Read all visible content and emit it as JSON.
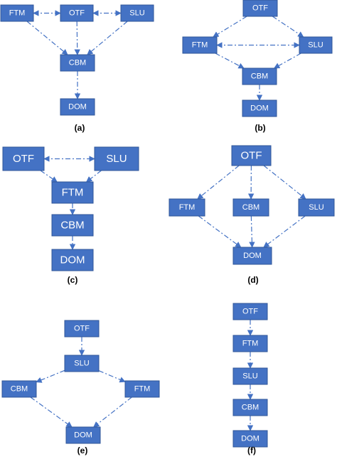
{
  "diagrams": [
    {
      "id": "a",
      "caption": "(a)",
      "nodes": [
        {
          "id": "FTM",
          "label": "FTM"
        },
        {
          "id": "OTF",
          "label": "OTF"
        },
        {
          "id": "SLU",
          "label": "SLU"
        },
        {
          "id": "CBM",
          "label": "CBM"
        },
        {
          "id": "DOM",
          "label": "DOM"
        }
      ],
      "edges": [
        {
          "from": "FTM",
          "to": "OTF",
          "both": true
        },
        {
          "from": "OTF",
          "to": "SLU",
          "both": true
        },
        {
          "from": "FTM",
          "to": "CBM"
        },
        {
          "from": "OTF",
          "to": "CBM"
        },
        {
          "from": "SLU",
          "to": "CBM"
        },
        {
          "from": "CBM",
          "to": "DOM"
        }
      ]
    },
    {
      "id": "b",
      "caption": "(b)",
      "nodes": [
        {
          "id": "OTF",
          "label": "OTF"
        },
        {
          "id": "FTM",
          "label": "FTM"
        },
        {
          "id": "SLU",
          "label": "SLU"
        },
        {
          "id": "CBM",
          "label": "CBM"
        },
        {
          "id": "DOM",
          "label": "DOM"
        }
      ],
      "edges": [
        {
          "from": "OTF",
          "to": "FTM"
        },
        {
          "from": "OTF",
          "to": "SLU"
        },
        {
          "from": "FTM",
          "to": "SLU",
          "both": true
        },
        {
          "from": "FTM",
          "to": "CBM"
        },
        {
          "from": "SLU",
          "to": "CBM"
        },
        {
          "from": "CBM",
          "to": "DOM"
        }
      ]
    },
    {
      "id": "c",
      "caption": "(c)",
      "nodes": [
        {
          "id": "OTF",
          "label": "OTF"
        },
        {
          "id": "SLU",
          "label": "SLU"
        },
        {
          "id": "FTM",
          "label": "FTM"
        },
        {
          "id": "CBM",
          "label": "CBM"
        },
        {
          "id": "DOM",
          "label": "DOM"
        }
      ],
      "edges": [
        {
          "from": "OTF",
          "to": "SLU",
          "both": true
        },
        {
          "from": "OTF",
          "to": "FTM"
        },
        {
          "from": "SLU",
          "to": "FTM"
        },
        {
          "from": "FTM",
          "to": "CBM"
        },
        {
          "from": "CBM",
          "to": "DOM"
        }
      ]
    },
    {
      "id": "d",
      "caption": "(d)",
      "nodes": [
        {
          "id": "OTF",
          "label": "OTF"
        },
        {
          "id": "FTM",
          "label": "FTM"
        },
        {
          "id": "CBM",
          "label": "CBM"
        },
        {
          "id": "SLU",
          "label": "SLU"
        },
        {
          "id": "DOM",
          "label": "DOM"
        }
      ],
      "edges": [
        {
          "from": "OTF",
          "to": "FTM"
        },
        {
          "from": "OTF",
          "to": "CBM"
        },
        {
          "from": "OTF",
          "to": "SLU"
        },
        {
          "from": "FTM",
          "to": "DOM"
        },
        {
          "from": "CBM",
          "to": "DOM"
        },
        {
          "from": "SLU",
          "to": "DOM"
        }
      ]
    },
    {
      "id": "e",
      "caption": "(e)",
      "nodes": [
        {
          "id": "OTF",
          "label": "OTF"
        },
        {
          "id": "SLU",
          "label": "SLU"
        },
        {
          "id": "CBM",
          "label": "CBM"
        },
        {
          "id": "FTM",
          "label": "FTM"
        },
        {
          "id": "DOM",
          "label": "DOM"
        }
      ],
      "edges": [
        {
          "from": "OTF",
          "to": "SLU"
        },
        {
          "from": "SLU",
          "to": "CBM"
        },
        {
          "from": "SLU",
          "to": "FTM"
        },
        {
          "from": "CBM",
          "to": "DOM"
        },
        {
          "from": "FTM",
          "to": "DOM"
        }
      ]
    },
    {
      "id": "f",
      "caption": "(f)",
      "nodes": [
        {
          "id": "OTF",
          "label": "OTF"
        },
        {
          "id": "FTM",
          "label": "FTM"
        },
        {
          "id": "SLU",
          "label": "SLU"
        },
        {
          "id": "CBM",
          "label": "CBM"
        },
        {
          "id": "DOM",
          "label": "DOM"
        }
      ],
      "edges": [
        {
          "from": "OTF",
          "to": "FTM"
        },
        {
          "from": "FTM",
          "to": "SLU"
        },
        {
          "from": "SLU",
          "to": "CBM"
        },
        {
          "from": "CBM",
          "to": "DOM"
        }
      ]
    }
  ],
  "colors": {
    "node_fill": "#4472C4",
    "edge": "#4472C4",
    "node_text": "#FFFFFF"
  }
}
